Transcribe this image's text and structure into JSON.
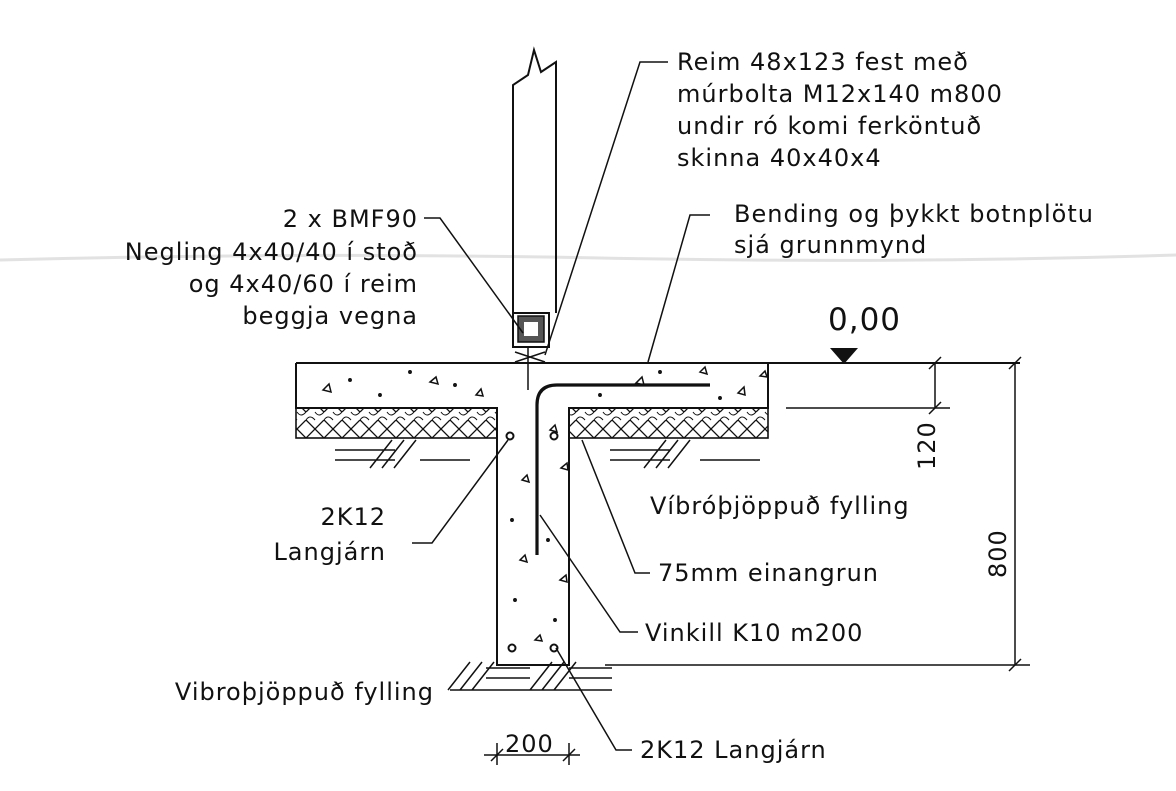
{
  "level": {
    "value": "0,00"
  },
  "labels": {
    "reim_line1": "Reim 48x123 fest með",
    "reim_line2": "múrbolta M12x140 m800",
    "reim_line3": "undir ró komi ferköntuð",
    "reim_line4": "skinna 40x40x4",
    "bmf": "2 x BMF90",
    "negling_line1": "Negling 4x40/40 í stoð",
    "negling_line2": "og 4x40/60 í reim",
    "negling_line3": "beggja vegna",
    "bending_line1": "Bending og þykkt botnplötu",
    "bending_line2": "sjá grunnmynd",
    "fill_right": "Víbróþjöppuð fylling",
    "insulation": "75mm einangrun",
    "langjarn_upper_line1": "2K12",
    "langjarn_upper_line2": "Langjárn",
    "vinkill": "Vinkill K10 m200",
    "fill_left": "Vibroþjöppuð fylling",
    "langjarn_lower": "2K12 Langjárn"
  },
  "dimensions": {
    "slab_thickness": "120",
    "footing_depth": "800",
    "wall_width": "200"
  }
}
